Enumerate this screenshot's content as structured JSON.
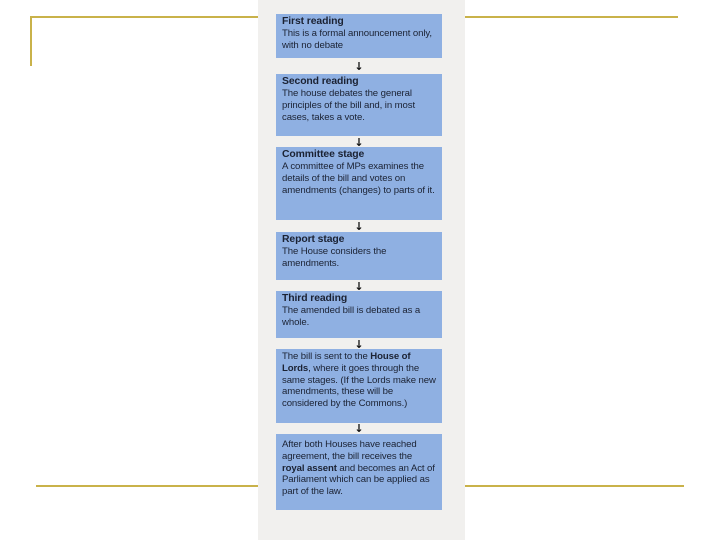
{
  "steps": [
    {
      "title": "First reading",
      "text": "This is a formal announcement only, with no debate"
    },
    {
      "title": "Second reading",
      "text": "The house debates the general principles of the bill and, in most cases, takes a vote."
    },
    {
      "title": "Committee stage",
      "text": "A committee of MPs examines the details of the bill and votes on amendments (changes) to parts of it."
    },
    {
      "title": "Report stage",
      "text": "The House considers the amendments."
    },
    {
      "title": "Third reading",
      "text": "The amended bill is debated as a whole."
    },
    {
      "text_before": "The bill is sent to the ",
      "bold": "House of Lords",
      "text_after": ", where it goes through the same stages. (If the Lords make new amendments, these will be considered by the Commons.)"
    },
    {
      "text_before": "After both Houses have reached agreement, the bill receives the ",
      "bold": "royal assent",
      "text_after": " and becomes an Act of Parliament which can be applied as part of the law."
    }
  ],
  "arrow_glyph": "↓",
  "colors": {
    "box_fill": "#8fb0e2",
    "frame_line": "#c9b24a",
    "panel": "#f1f0ee"
  }
}
